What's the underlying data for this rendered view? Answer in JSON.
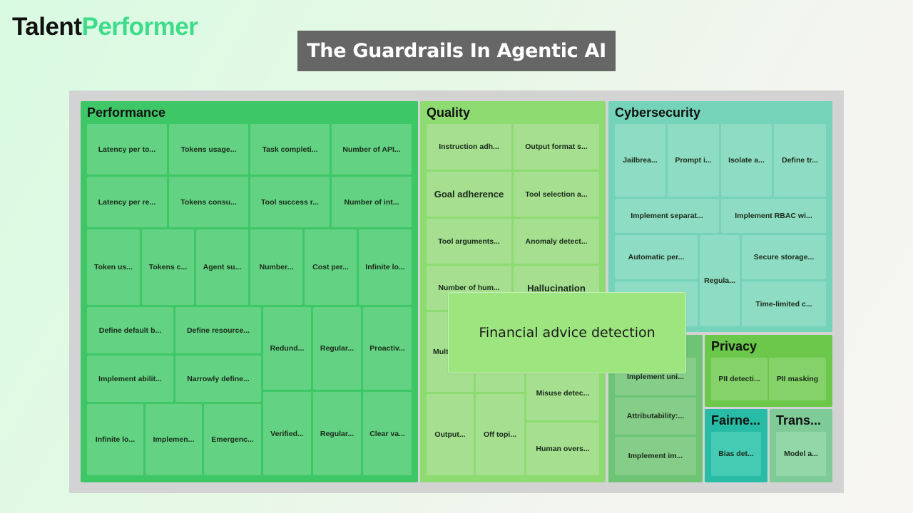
{
  "brand": {
    "part1": "Talent",
    "part2": "Performer"
  },
  "title": "The Guardrails In Agentic AI",
  "treemap": {
    "performance": {
      "title": "Performance",
      "cells": [
        "Latency per to...",
        "Tokens usage...",
        "Task completi...",
        "Number of API...",
        "Latency per re...",
        "Tokens consu...",
        "Tool success r...",
        "Number of int...",
        "Token us...",
        "Tokens c...",
        "Agent su...",
        "Number...",
        "Cost per...",
        "Infinite lo...",
        "Define default b...",
        "Define resource...",
        "Implement abilit...",
        "Narrowly define...",
        "Infinite lo...",
        "Implemen...",
        "Emergenc...",
        "Redund...",
        "Regular...",
        "Proactiv...",
        "Verified...",
        "Regular...",
        "Clear va..."
      ]
    },
    "quality": {
      "title": "Quality",
      "cells": [
        "Instruction adh...",
        "Output format s...",
        "Goal adherence",
        "Tool selection a...",
        "Tool arguments...",
        "Anomaly detect...",
        "Number of hum...",
        "Hallucination",
        "Mult",
        "",
        "",
        "Misuse detec...",
        "Output...",
        "Off topi...",
        "Human overs..."
      ]
    },
    "cybersecurity": {
      "title": "Cybersecurity",
      "cells": [
        "Jailbrea...",
        "Prompt i...",
        "Isolate a...",
        "Define tr...",
        "Implement separat...",
        "Implement RBAC wi...",
        "Automatic per...",
        "",
        "Regula...",
        "Secure storage...",
        "Time-limited c..."
      ]
    },
    "hidden_group": {
      "title": "",
      "cells": [
        "Implement uni...",
        "Attributability:...",
        "Implement im..."
      ]
    },
    "privacy": {
      "title": "Privacy",
      "cells": [
        "PII detecti...",
        "PII masking"
      ]
    },
    "fairness": {
      "title": "Fairne...",
      "cells": [
        "Bias det..."
      ]
    },
    "transparency": {
      "title": "Trans...",
      "cells": [
        "Model a..."
      ]
    }
  },
  "tooltip": {
    "text": "Financial advice detection"
  },
  "colors": {
    "performance": "#3ec766",
    "quality": "#8edb72",
    "cybersecurity": "#74d3b8",
    "privacy": "#6cc84a",
    "fairness": "#28bca6",
    "transparency": "#7fcb98"
  }
}
